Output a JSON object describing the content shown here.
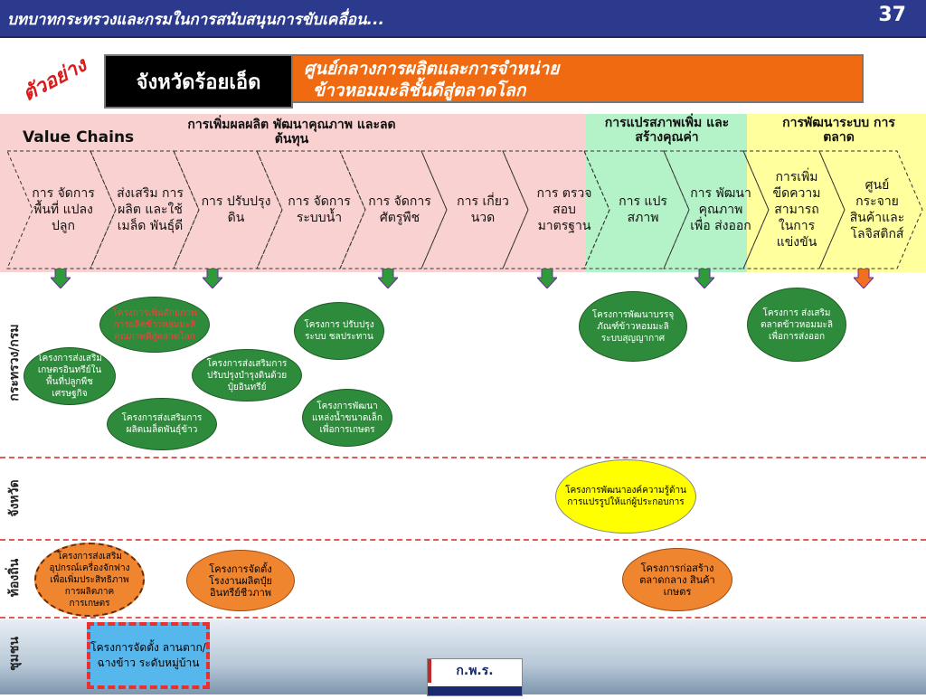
{
  "header": {
    "title": "บทบาทกระทรวงและกรมในการสนับสนุนการขับเคลื่อน...",
    "page_number": "37"
  },
  "example_label": "ตัวอย่าง",
  "province_box": "จังหวัดร้อยเอ็ด",
  "center_title": {
    "line1": "ศูนย์กลางการผลิตและการจำหน่าย",
    "line2": "ข้าวหอมมะลิชั้นดีสู่ตลาดโลก"
  },
  "value_chains_label": "Value Chains",
  "section_headers": {
    "production": "การเพิ่มผลผลิต พัฒนาคุณภาพ และลดต้นทุน",
    "processing": "การแปรสภาพเพิ่ม และสร้างคุณค่า",
    "market": "การพัฒนาระบบ การตลาด"
  },
  "chain_steps": [
    "การ จัดการ พื้นที่ แปลงปลูก",
    "ส่งเสริม การผลิต และใช้ เมล็ด พันธุ์ดี",
    "การ ปรับปรุง ดิน",
    "การ จัดการ ระบบน้ำ",
    "การ จัดการ ศัตรูพืช",
    "การ เกี่ยวนวด",
    "การ ตรวจสอบ มาตรฐาน",
    "การ แปรสภาพ",
    "การ พัฒนา คุณภาพ เพื่อ ส่งออก",
    "การเพิ่ม ขีดความ สามารถ ในการ แข่งขัน",
    "ศูนย์ กระจาย สินค้าและ โลจิสติกส์"
  ],
  "row_labels": {
    "ministry": "กระทรวง/กรม",
    "province": "จังหวัด",
    "local": "ท้องถิ่น",
    "community": "ชุมชน"
  },
  "ministry_projects": [
    "โครงการเพิ่มศักยภาพการผลิตข้าวหอมมะลิคุณภาพดีสู่ตลาดโลก",
    "โครงการส่งเสริมเกษตรอินทรีย์ในพื้นที่ปลูกพืชเศรษฐกิจ",
    "โครงการส่งเสริมการผลิตเมล็ดพันธุ์ข้าว",
    "โครงการส่งเสริมการปรับปรุงบำรุงดินด้วยปุ๋ยอินทรีย์",
    "โครงการ ปรับปรุงระบบ ชลประทาน",
    "โครงการพัฒนาแหล่งน้ำขนาดเล็กเพื่อการเกษตร",
    "โครงการพัฒนาบรรจุภัณฑ์ข้าวหอมมะลิระบบสุญญากาศ",
    "โครงการ ส่งเสริมตลาดข้าวหอมมะลิเพื่อการส่งออก"
  ],
  "province_projects": [
    "โครงการพัฒนาองค์ความรู้ด้านการแปรรูปให้แก่ผู้ประกอบการ"
  ],
  "local_projects": [
    "โครงการส่งเสริมอุปกรณ์เครื่องจักฟางเพื่อเพิ่มประสิทธิภาพการผลิตภาคการเกษตร",
    "โครงการจัดตั้งโรงงานผลิตปุ๋ยอินทรีย์ชีวภาพ",
    "โครงการก่อสร้าง ตลาดกลาง สินค้าเกษตร"
  ],
  "community_projects": [
    "โครงการจัดตั้ง ลานตาก/ฉางข้าว ระดับหมู่บ้าน"
  ],
  "logo_text": "ก.พ.ร.",
  "colors": {
    "header": "#2b3a8c",
    "pink": "#f9d1d1",
    "green_band": "#b4f2c8",
    "yellow_band": "#ffff9e",
    "project_green": "#2e8b3b",
    "project_orange": "#f08530",
    "arrow_green": "#2e9a3a",
    "arrow_orange": "#f07020"
  }
}
